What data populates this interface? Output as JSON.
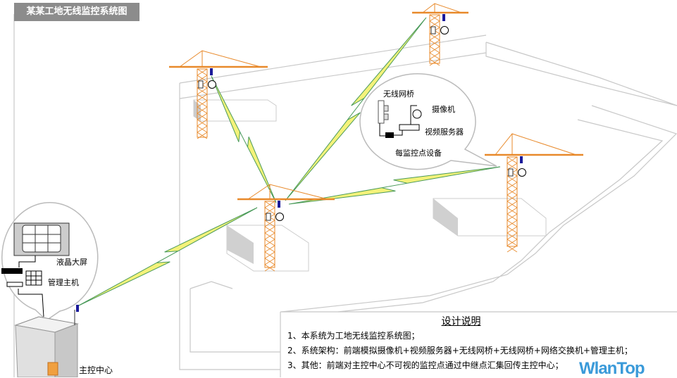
{
  "title": "某某工地无线监控系统图",
  "equipment_bubble": {
    "bridge_label": "无线网桥",
    "camera_label": "摄像机",
    "video_server_label": "视频服务器",
    "caption": "每监控点设备"
  },
  "control_bubble": {
    "lcd_label": "液晶大屏",
    "host_label": "管理主机"
  },
  "control_center_label": "主控中心",
  "design_notes": {
    "heading": "设计说明",
    "lines": [
      "1、本系统为工地无线监控系统图；",
      "2、系统架构：前端模拟摄像机+视频服务器+无线网桥+无线网桥+网络交换机+管理主机；",
      "3、其他：前端对主控中心不可视的监控点通过中继点汇集回传主控中心；"
    ]
  },
  "watermark": "WlanTop",
  "colors": {
    "crane": "#e8892a",
    "link_green": "#4a9a5a",
    "link_yellow": "#f4f27a",
    "antenna": "#1a1a9a",
    "title_bg": "#8c8c8c"
  }
}
